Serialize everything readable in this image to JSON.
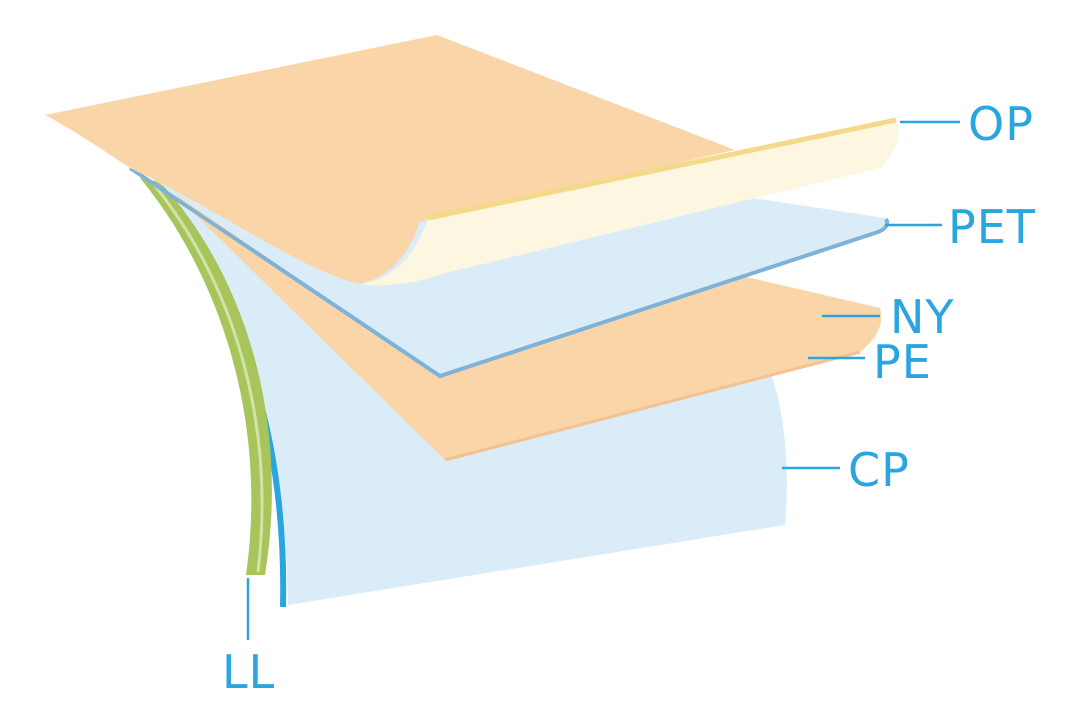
{
  "diagram": {
    "layers": [
      {
        "id": "op",
        "label": "OP",
        "color": "#fad5a8",
        "edge_color": "#f5d98a"
      },
      {
        "id": "pet",
        "label": "PET",
        "color": "#d9ecf8",
        "edge_color": "#7fb2d8"
      },
      {
        "id": "ny",
        "label": "NY",
        "color": "#fad5a8",
        "edge_color": "#f6c898"
      },
      {
        "id": "pe",
        "label": "PE",
        "color": "#fad5a8",
        "edge_color": "#f6c898"
      },
      {
        "id": "cp",
        "label": "CP",
        "color": "#d9ecf8",
        "edge_color": "#2aa5e0"
      },
      {
        "id": "ll",
        "label": "LL",
        "color": "#a7c55a",
        "edge_color": "#8fb446"
      }
    ],
    "label_color": "#2aa5e0",
    "leader_color": "#2aa5e0"
  }
}
